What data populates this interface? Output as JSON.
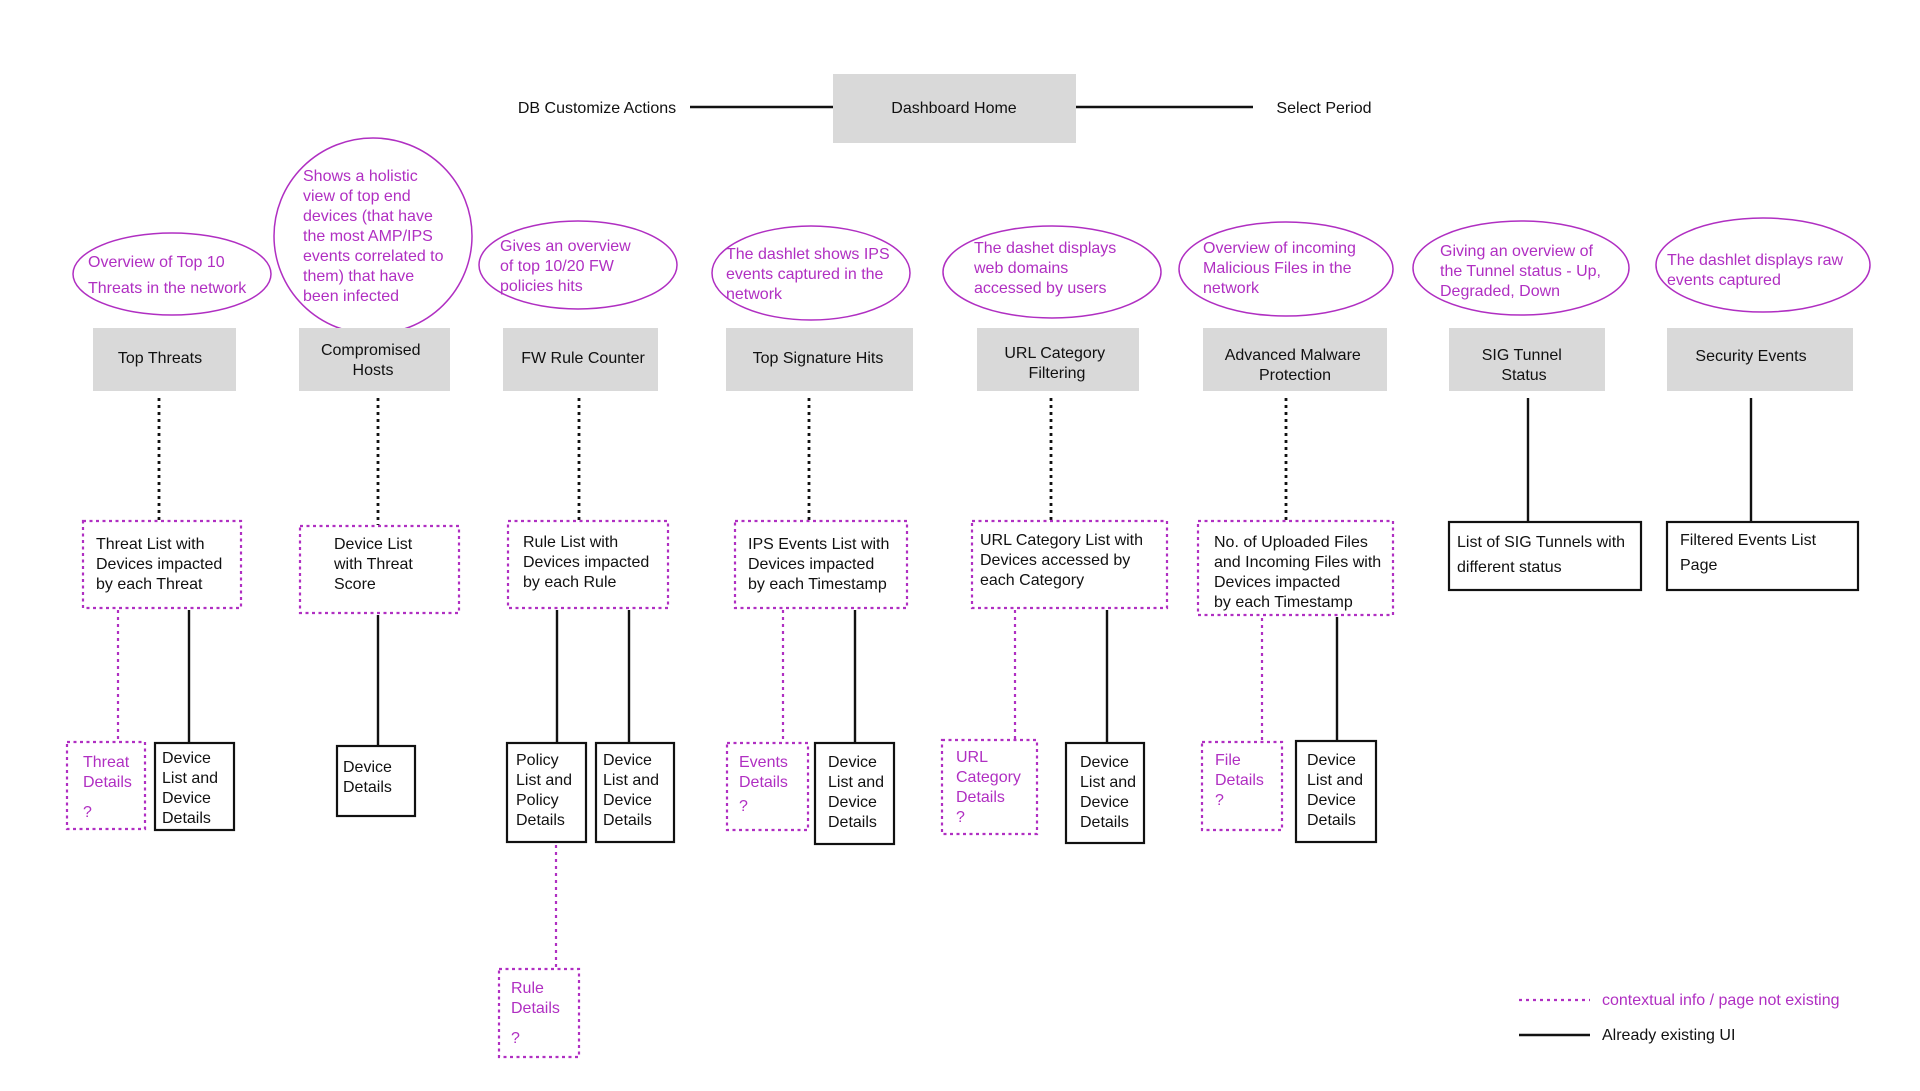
{
  "header": {
    "center": "Dashboard Home",
    "left": "DB Customize Actions",
    "right": "Select Period"
  },
  "dashlets": {
    "top_threats": {
      "title": [
        "Top Threats"
      ],
      "description": [
        "Overview of Top 10",
        "Threats in the network"
      ],
      "level2": [
        "Threat List with",
        "Devices impacted",
        "by each Threat"
      ],
      "threat_details": [
        "Threat",
        "Details",
        "?"
      ],
      "device_list": [
        "Device",
        "List and",
        "Device",
        "Details"
      ]
    },
    "compromised_hosts": {
      "title": [
        "Compromised",
        "Hosts"
      ],
      "description": [
        "Shows a holistic",
        "view of top end",
        "devices (that have",
        "the most AMP/IPS",
        "events correlated to",
        "them) that have",
        "been infected"
      ],
      "level2": [
        "Device List",
        "with Threat",
        "Score"
      ],
      "device_details": [
        "Device",
        "Details"
      ]
    },
    "fw_rule_counter": {
      "title": [
        "FW Rule Counter"
      ],
      "description": [
        "Gives an overview",
        "of top 10/20 FW",
        "policies hits"
      ],
      "level2": [
        "Rule List with",
        "Devices impacted",
        "by each Rule"
      ],
      "policy_list": [
        "Policy",
        "List and",
        "Policy",
        "Details"
      ],
      "device_list": [
        "Device",
        "List and",
        "Device",
        "Details"
      ],
      "rule_details": [
        "Rule",
        "Details",
        "?"
      ]
    },
    "top_signature_hits": {
      "title": [
        "Top Signature Hits"
      ],
      "description": [
        "The dashlet shows IPS",
        "events captured in the",
        "network"
      ],
      "level2": [
        "IPS Events List with",
        "Devices impacted",
        "by each Timestamp"
      ],
      "events_details": [
        "Events",
        "Details",
        "?"
      ],
      "device_list": [
        "Device",
        "List and",
        "Device",
        "Details"
      ]
    },
    "url_category_filtering": {
      "title": [
        "URL Category",
        "Filtering"
      ],
      "description": [
        "The dashet displays",
        "web domains",
        "accessed by users"
      ],
      "level2": [
        "URL Category List with",
        "Devices accessed by",
        "each Category"
      ],
      "url_category_details": [
        "URL",
        "Category",
        "Details",
        "?"
      ],
      "device_list": [
        "Device",
        "List and",
        "Device",
        "Details"
      ]
    },
    "advanced_malware_protection": {
      "title": [
        "Advanced Malware",
        "Protection"
      ],
      "description": [
        "Overview of incoming",
        "Malicious Files in the",
        "network"
      ],
      "level2": [
        "No. of Uploaded Files",
        "and Incoming Files with",
        "Devices impacted",
        "by each Timestamp"
      ],
      "file_details": [
        "File",
        "Details",
        "?"
      ],
      "device_list": [
        "Device",
        "List and",
        "Device",
        "Details"
      ]
    },
    "sig_tunnel_status": {
      "title": [
        "SIG Tunnel",
        "Status"
      ],
      "description": [
        "Giving an overview of",
        "the Tunnel status - Up,",
        "Degraded, Down"
      ],
      "level2": [
        "List of SIG Tunnels with",
        "different status"
      ]
    },
    "security_events": {
      "title": [
        "Security Events"
      ],
      "description": [
        "The dashlet displays raw",
        "events captured"
      ],
      "level2": [
        "Filtered Events List",
        "Page"
      ]
    }
  },
  "legend": {
    "dotted": "contextual info / page not existing",
    "solid": "Already existing UI"
  },
  "colors": {
    "accent_magenta": "#b02fc2",
    "gray_box": "#d9d9d9",
    "line": "#111111"
  }
}
